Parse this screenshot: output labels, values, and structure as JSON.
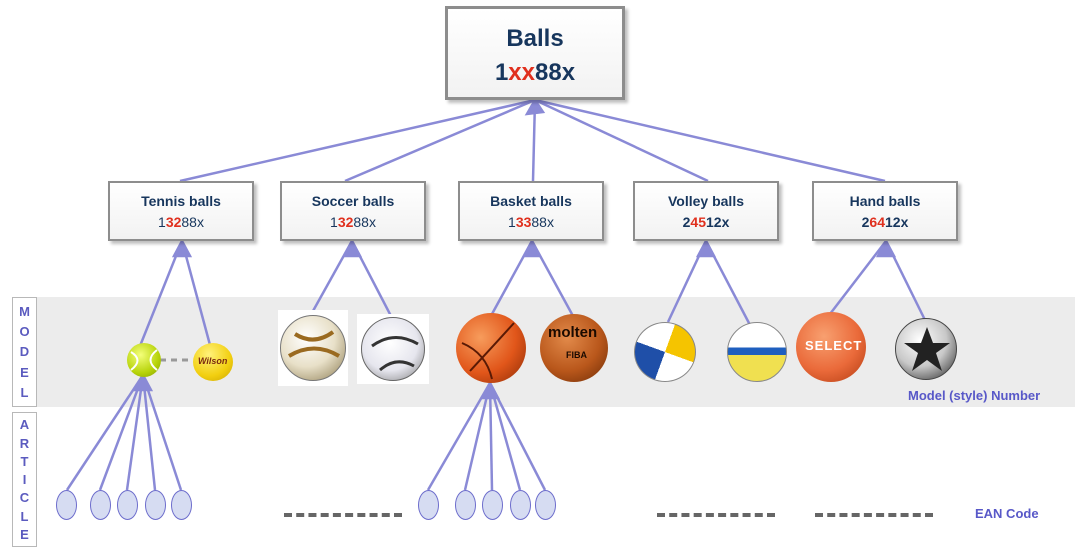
{
  "root": {
    "title": "Balls",
    "code": [
      {
        "t": "1",
        "c": "d"
      },
      {
        "t": "xx",
        "c": "r"
      },
      {
        "t": "88x",
        "c": "d"
      }
    ]
  },
  "categories": [
    {
      "title": "Tennis balls",
      "bold_code": false,
      "code": [
        {
          "t": "1",
          "c": "d"
        },
        {
          "t": "32",
          "c": "r"
        },
        {
          "t": "88x",
          "c": "d"
        }
      ]
    },
    {
      "title": "Soccer balls",
      "bold_code": false,
      "code": [
        {
          "t": "1",
          "c": "d"
        },
        {
          "t": "32",
          "c": "r"
        },
        {
          "t": "88x",
          "c": "d"
        }
      ]
    },
    {
      "title": "Basket balls",
      "bold_code": false,
      "code": [
        {
          "t": "1",
          "c": "d"
        },
        {
          "t": "33",
          "c": "r"
        },
        {
          "t": "88x",
          "c": "d"
        }
      ]
    },
    {
      "title": "Volley balls",
      "bold_code": true,
      "code": [
        {
          "t": "2",
          "c": "d"
        },
        {
          "t": "45",
          "c": "r"
        },
        {
          "t": "12x",
          "c": "d"
        }
      ]
    },
    {
      "title": "Hand balls",
      "bold_code": true,
      "code": [
        {
          "t": "2",
          "c": "d"
        },
        {
          "t": "64",
          "c": "r"
        },
        {
          "t": "12x",
          "c": "d"
        }
      ]
    }
  ],
  "side_labels": {
    "model": "MODEL",
    "article": "ARTICLE"
  },
  "labels": {
    "model_number": "Model (style) Number",
    "ean_code": "EAN Code"
  },
  "ball_logos": {
    "wilson": "Wilson",
    "molten": "molten",
    "fiba": "FIBA",
    "select": "SELECT"
  },
  "colors": {
    "line": "#8a8ad6",
    "accent_red": "#e0301e",
    "title_navy": "#17365d",
    "label_blue": "#5858c8"
  }
}
